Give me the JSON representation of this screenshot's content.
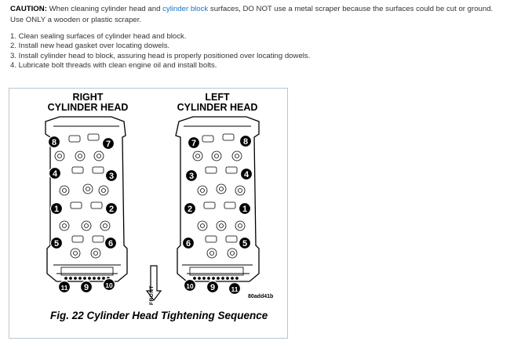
{
  "caution": {
    "label": "CAUTION:",
    "text_before_link": " When cleaning cylinder head and ",
    "link_text": "cylinder block",
    "text_after_link": " surfaces, DO NOT use a metal scraper because the surfaces could be cut or ground. Use ONLY a wooden or plastic scraper."
  },
  "steps": [
    "1. Clean sealing surfaces of cylinder head and block.",
    "2. Install new head gasket over locating dowels.",
    "3. Install cylinder head to block, assuring head is properly positioned over locating dowels.",
    "4. Lubricate bolt threads with clean engine oil and install bolts."
  ],
  "figure": {
    "right_head_title_line1": "RIGHT",
    "right_head_title_line2": "CYLINDER HEAD",
    "left_head_title_line1": "LEFT",
    "left_head_title_line2": "CYLINDER HEAD",
    "front_label": "FRONT",
    "figure_code": "80add41b",
    "caption": "Fig. 22 Cylinder Head Tightening Sequence",
    "bolt_numbers": [
      "1",
      "2",
      "3",
      "4",
      "5",
      "6",
      "7",
      "8",
      "9",
      "10",
      "11"
    ]
  }
}
